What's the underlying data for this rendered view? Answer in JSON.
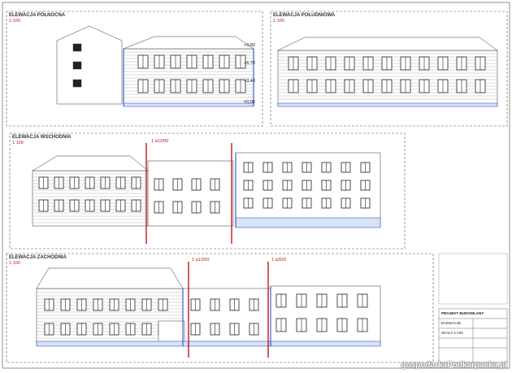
{
  "sheet": {
    "panels": [
      {
        "id": "north",
        "title": "ELEWACJA PÓŁNOCNA",
        "scale": "1:100"
      },
      {
        "id": "south",
        "title": "ELEWACJA POŁUDNIOWA",
        "scale": "1:100"
      },
      {
        "id": "east",
        "title": "ELEWACJA WSCHODNIA",
        "scale": "1:100"
      },
      {
        "id": "west",
        "title": "ELEWACJA ZACHODNIA",
        "scale": "1:100"
      }
    ],
    "level_marks": [
      "+9,80",
      "+6,70",
      "+3,40",
      "±0,00"
    ],
    "red_marks": [
      "1 a12/00",
      "1 a12/00",
      "1 a30/2"
    ],
    "title_block": {
      "rows": [
        "PROJEKT BUDOWLANY",
        "ELEWACJE",
        "SKALA 1:100"
      ]
    },
    "watermark": "gospodarkaPodkarpacka.pl"
  },
  "colors": {
    "line": "#333333",
    "accent_blue": "#1a3fbf",
    "accent_red": "#c01818",
    "hatch_light": "#aac4ee"
  }
}
